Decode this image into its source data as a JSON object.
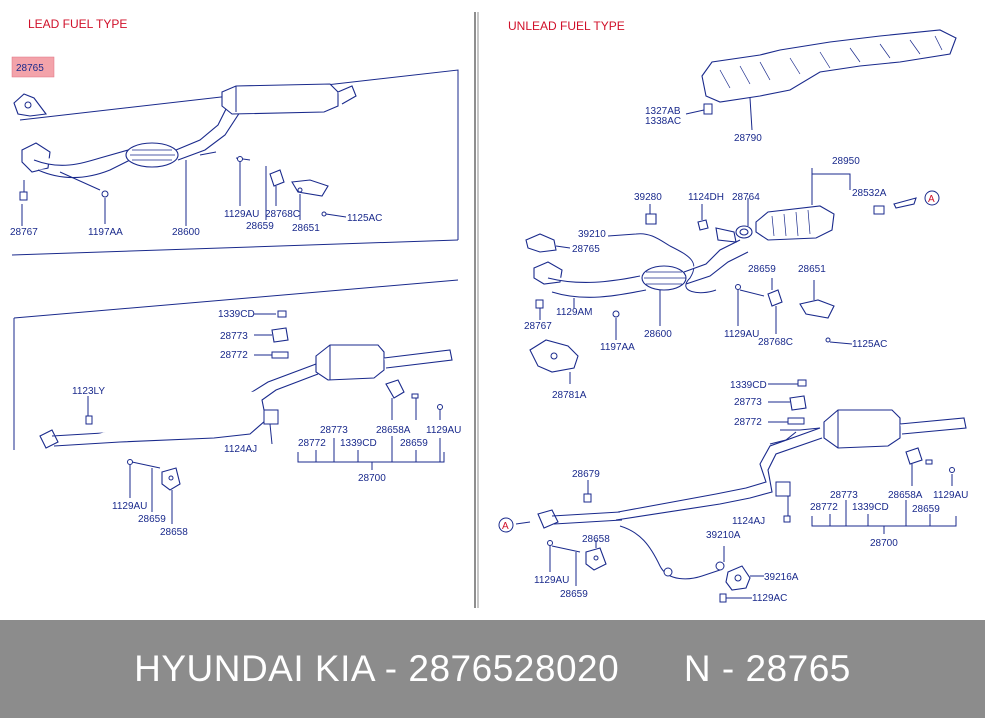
{
  "sections": {
    "lead_title": "LEAD FUEL TYPE",
    "unlead_title": "UNLEAD FUEL TYPE"
  },
  "lead": {
    "highlight": "28765",
    "labels": [
      "28767",
      "1197AA",
      "28600",
      "1129AU",
      "28768C",
      "28659",
      "28651",
      "1125AC",
      "1339CD",
      "28773",
      "28772",
      "1123LY",
      "1124AJ",
      "28773",
      "28772",
      "1339CD",
      "28658A",
      "1129AU",
      "28659",
      "28700",
      "1129AU",
      "28659",
      "28658"
    ]
  },
  "unlead": {
    "labels": [
      "1327AB",
      "1338AC",
      "28790",
      "28950",
      "28532A",
      "A",
      "39280",
      "1124DH",
      "28764",
      "39210",
      "28765",
      "28659",
      "28651",
      "28767",
      "1129AM",
      "28600",
      "1129AU",
      "28768C",
      "1125AC",
      "1197AA",
      "28781A",
      "1339CD",
      "28773",
      "28772",
      "28679",
      "28773",
      "28658A",
      "1129AU",
      "28772",
      "1339CD",
      "28659",
      "28700",
      "A",
      "1124AJ",
      "39210A",
      "28658",
      "39216A",
      "1129AU",
      "28659",
      "1129AC"
    ]
  },
  "footer": {
    "brand_part": "HYUNDAI KIA - 2876528020",
    "number_part": "N - 28765"
  },
  "colors": {
    "line": "#1a2a8c",
    "title": "#d0102a",
    "highlight": "#f3a3aa",
    "footer_bg": "#8c8c8c"
  }
}
